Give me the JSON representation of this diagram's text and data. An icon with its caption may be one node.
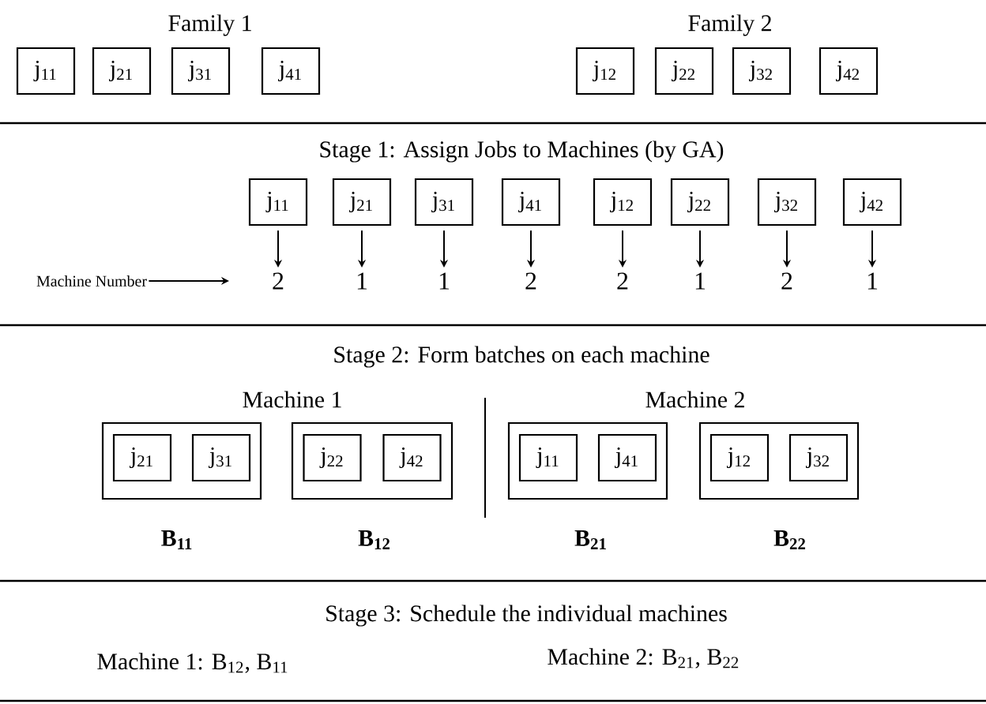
{
  "diagram": {
    "nodes": [
      {
        "text": [
          "j$_{11}$"
        ]
      },
      {
        "text": [
          "j$_{21}$"
        ]
      },
      {
        "text": [
          "j$_{31}$"
        ]
      },
      {
        "text": [
          "j$_{41}$"
        ]
      },
      {
        "text": [
          "j$_{12}$"
        ]
      },
      {
        "text": [
          "j$_{22}$"
        ]
      },
      {
        "text": [
          "j$_{32}$"
        ]
      },
      {
        "text": [
          "j$_{42}$"
        ]
      },
      {
        "text": [
          "j$_{11}$"
        ]
      },
      {
        "text": [
          "j$_{21}$"
        ]
      },
      {
        "text": [
          "j$_{31}$"
        ]
      },
      {
        "text": [
          "j$_{41}$"
        ]
      },
      {
        "text": [
          "j$_{12}$"
        ]
      },
      {
        "text": [
          "j$_{22}$"
        ]
      },
      {
        "text": [
          "j$_{32}$"
        ]
      },
      {
        "text": [
          "j$_{42}$"
        ]
      },
      {
        "text": [
          "2"
        ]
      },
      {
        "text": [
          "1"
        ]
      },
      {
        "text": [
          "1"
        ]
      },
      {
        "text": [
          "2"
        ]
      },
      {
        "text": [
          "2"
        ]
      },
      {
        "text": [
          "1"
        ]
      },
      {
        "text": [
          "2"
        ]
      },
      {
        "text": [
          "1"
        ]
      },
      {
        "text": [
          "Machine Number"
        ]
      },
      {
        "text": [],
        "shape": "box",
        "beside": [
          "B$_{11}$"
        ]
      },
      {
        "text": [
          "j$_{21}$"
        ],
        "in": 25
      },
      {
        "text": [
          "j$_{31}$"
        ],
        "in": 25
      },
      {
        "text": [],
        "shape": "box",
        "beside": [
          "B$_{12}$"
        ]
      },
      {
        "text": [
          "j$_{22}$"
        ],
        "in": 28
      },
      {
        "text": [
          "j$_{42}$"
        ],
        "in": 28
      },
      {
        "text": [],
        "shape": "box",
        "beside": [
          "B$_{21}$"
        ]
      },
      {
        "text": [
          "j$_{11}$"
        ],
        "in": 31
      },
      {
        "text": [
          "j$_{41}$"
        ],
        "in": 31
      },
      {
        "text": [],
        "shape": "box",
        "beside": [
          "B$_{22}$"
        ]
      },
      {
        "text": [
          "j$_{12}$"
        ],
        "in": 34
      },
      {
        "text": [
          "j$_{32}$"
        ],
        "in": 34
      }
    ],
    "edges": [
      {
        "from": 8,
        "to": 16,
        "arrow": "to"
      },
      {
        "from": 9,
        "to": 17,
        "arrow": "to"
      },
      {
        "from": 10,
        "to": 18,
        "arrow": "to"
      },
      {
        "from": 11,
        "to": 19,
        "arrow": "to"
      },
      {
        "from": 12,
        "to": 20,
        "arrow": "to"
      },
      {
        "from": 13,
        "to": 21,
        "arrow": "to"
      },
      {
        "from": 14,
        "to": 22,
        "arrow": "to"
      },
      {
        "from": 15,
        "to": 23,
        "arrow": "to"
      },
      {
        "from": 24,
        "to": null,
        "arrow": "to"
      }
    ],
    "labels": [
      "Family 1",
      "Family 2",
      "Stage 1: Assign Jobs to Machines (by GA)",
      "Stage 2: Form batches on each machine",
      "Machine 1",
      "Machine 2",
      "Stage 3: Schedule the individual machines",
      "Machine 1: B$_{12}$, B$_{11}$",
      "Machine 2: B$_{21}$, B$_{22}$"
    ]
  }
}
